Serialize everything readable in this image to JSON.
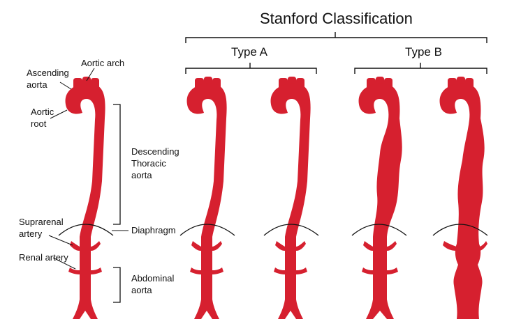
{
  "title": "Stanford Classification",
  "type_a": "Type A",
  "type_b": "Type B",
  "labels": {
    "aortic_arch": "Aortic arch",
    "ascending_aorta": "Ascending\naorta",
    "aortic_root": "Aortic\nroot",
    "descending_thoracic_aorta": "Descending\nThoracic\naorta",
    "suprarenal_artery": "Suprarenal\nartery",
    "diaphragm": "Diaphragm",
    "renal_artery": "Renal artery",
    "abdominal_aorta": "Abdominal\naorta"
  },
  "colors": {
    "aorta": "#d6202f",
    "line": "#111111"
  }
}
